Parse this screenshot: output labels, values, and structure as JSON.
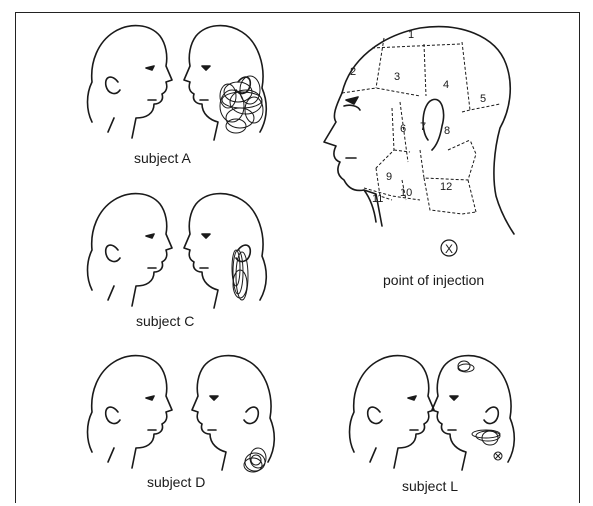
{
  "panels": {
    "subject_a": {
      "caption": "subject A"
    },
    "subject_c": {
      "caption": "subject C"
    },
    "subject_d": {
      "caption": "subject D"
    },
    "subject_l": {
      "caption": "subject L"
    }
  },
  "head_map": {
    "caption": "point of injection",
    "injection_marker": "X",
    "regions": [
      "1",
      "2",
      "3",
      "4",
      "5",
      "6",
      "7",
      "8",
      "9",
      "10",
      "11",
      "12"
    ]
  }
}
